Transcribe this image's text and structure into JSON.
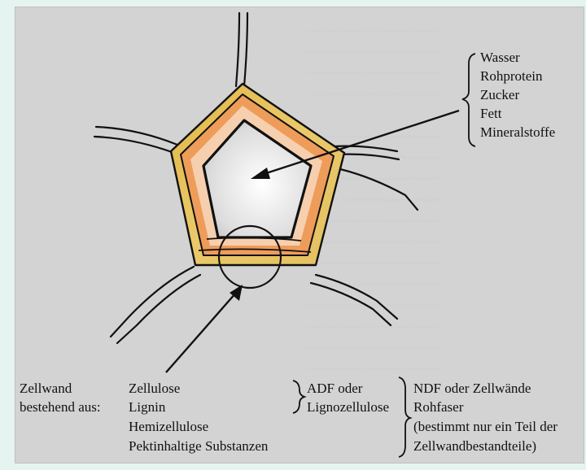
{
  "cell_contents": {
    "items": [
      "Wasser",
      "Rohprotein",
      "Zucker",
      "Fett",
      "Mineralstoffe"
    ]
  },
  "cell_wall": {
    "label_line1": "Zellwand",
    "label_line2": "bestehend aus:",
    "components": [
      "Zellulose",
      "Lignin",
      "Hemizellulose",
      "Pektinhaltige Substanzen"
    ],
    "adf_line1": "ADF oder",
    "adf_line2": "Lignozellulose",
    "ndf_line1": "NDF oder Zellwände",
    "ndf_line2": "Rohfaser",
    "ndf_line3": "(bestimmt nur ein Teil der",
    "ndf_line4": "Zellwandbestandteile)"
  },
  "colors": {
    "page_background": "#e6f4f1",
    "panel_background": "#d3d3d3",
    "outer_wall_yellow": "#e8c75a",
    "middle_wall_orange": "#ee9c5a",
    "inner_wall_peach": "#f6cfae",
    "lumen_gray": "#d9d9d9"
  }
}
